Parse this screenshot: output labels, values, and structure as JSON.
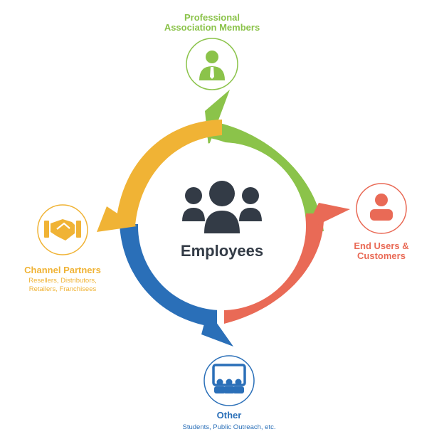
{
  "center": {
    "label": "Employees",
    "icon": "employee-group-icon"
  },
  "nodes": [
    {
      "id": "professional",
      "icon": "business-person-icon",
      "title_lines": [
        "Professional",
        "Association Members"
      ],
      "subtitle_lines": []
    },
    {
      "id": "end-users",
      "icon": "user-icon",
      "title_lines": [
        "End Users &",
        "Customers"
      ],
      "subtitle_lines": []
    },
    {
      "id": "other",
      "icon": "presentation-audience-icon",
      "title_lines": [
        "Other"
      ],
      "subtitle_lines": [
        "Students, Public Outreach, etc."
      ]
    },
    {
      "id": "channel",
      "icon": "handshake-icon",
      "title_lines": [
        "Channel Partners"
      ],
      "subtitle_lines": [
        "Resellers, Distributors,",
        "Retailers, Franchisees"
      ]
    }
  ],
  "colors": {
    "green": "#8bc34a",
    "orange": "#f0b335",
    "blue": "#2a6fb8",
    "red": "#e96a56",
    "dark": "#333b46"
  }
}
